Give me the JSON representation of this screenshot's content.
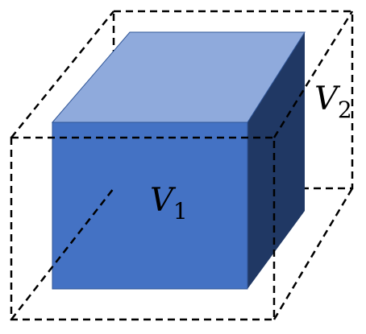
{
  "diagram": {
    "inner_volume": {
      "symbol": "V",
      "subscript": "1"
    },
    "outer_volume": {
      "symbol": "V",
      "subscript": "2"
    },
    "colors": {
      "cube_front": "#4472C4",
      "cube_top": "#8FAADC",
      "cube_side": "#203864",
      "cube_edge": "#2F5597",
      "dashed_outline": "#000000",
      "label_text": "#000000"
    }
  }
}
